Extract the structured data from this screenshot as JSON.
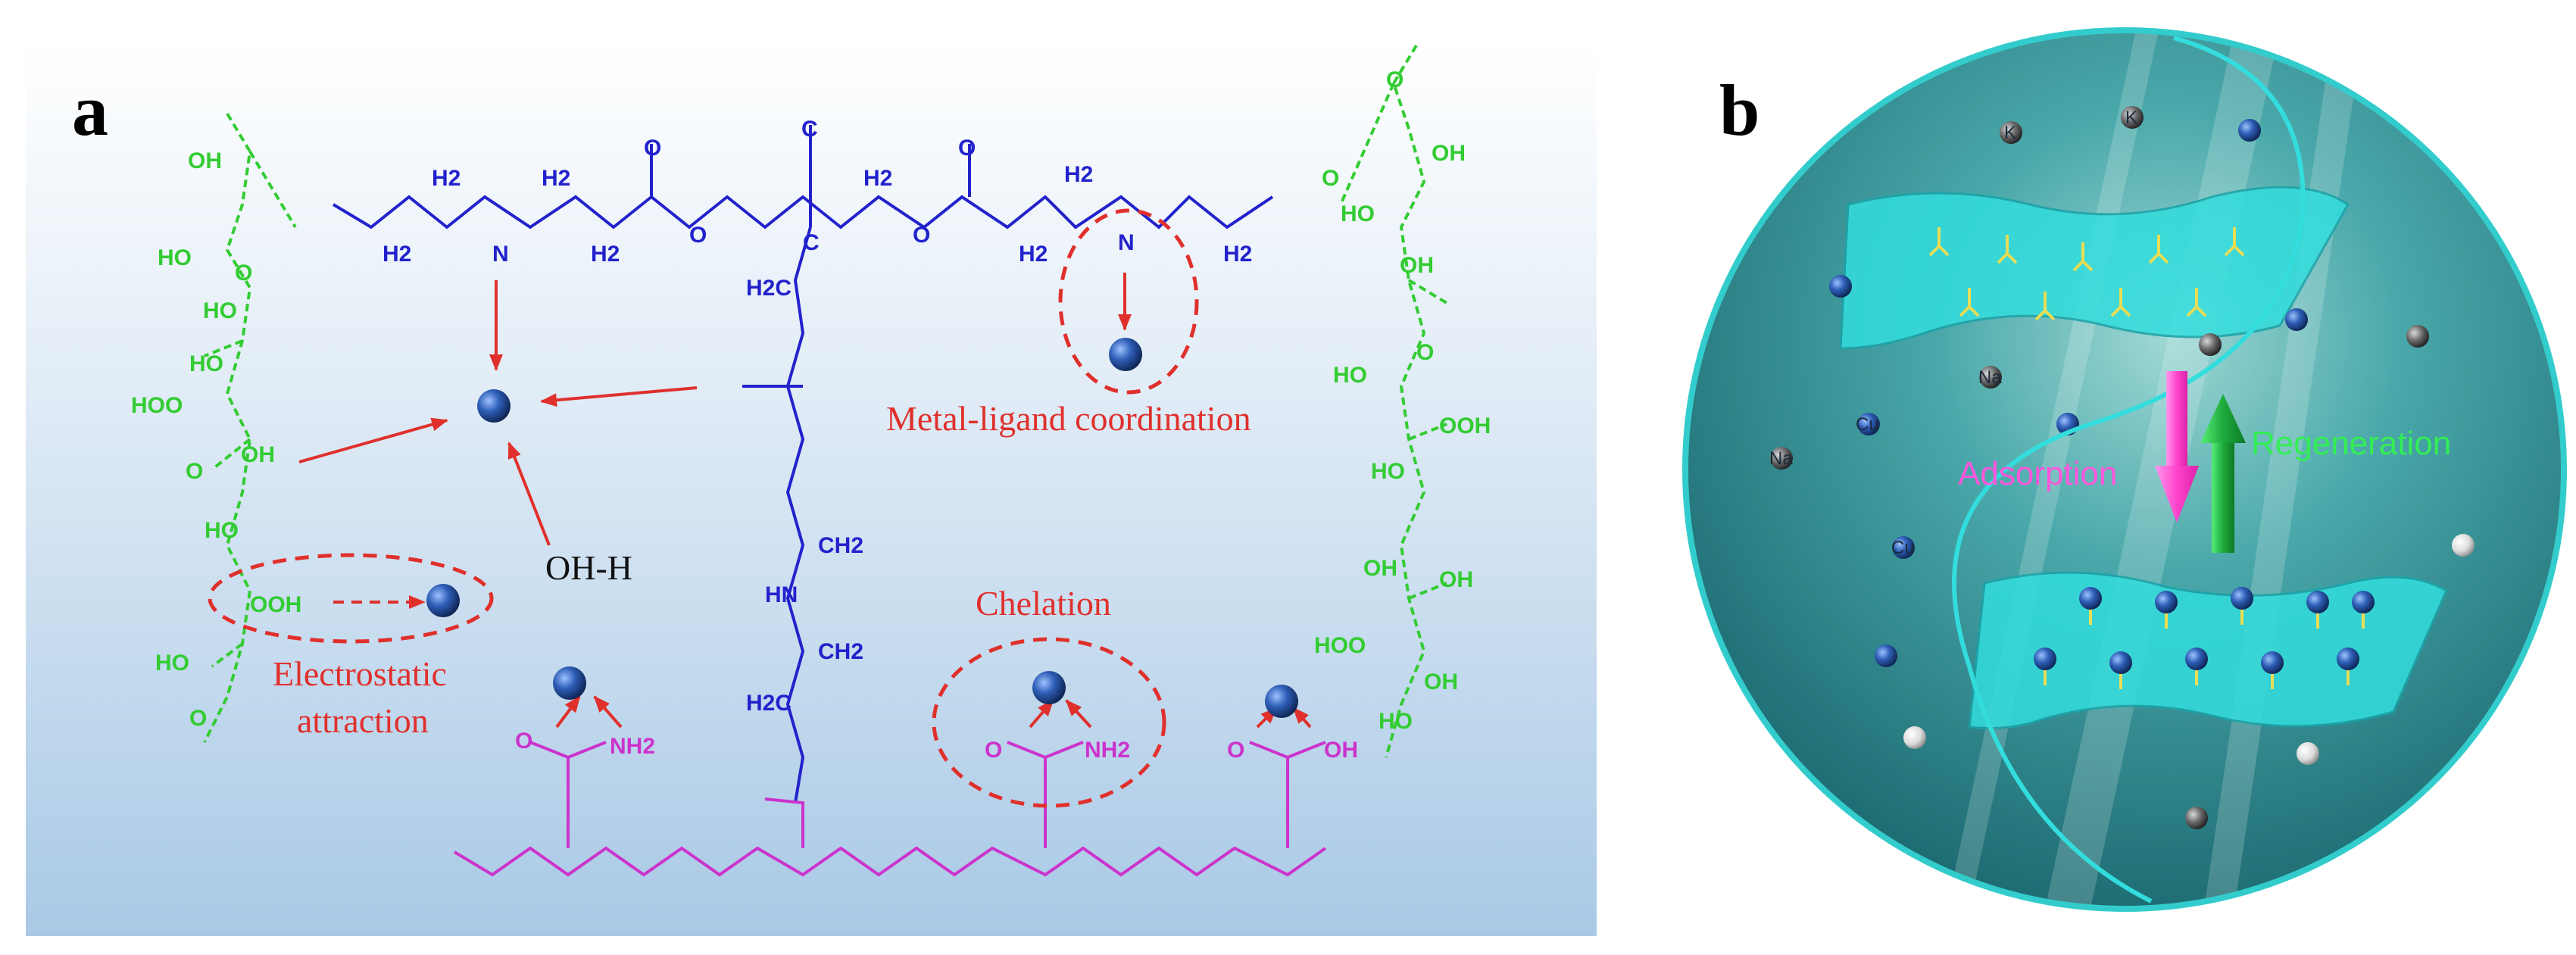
{
  "panel_a": {
    "letter": "a",
    "labels": {
      "metal_ligand": "Metal-ligand coordination",
      "oh_h": "OH-H",
      "electrostatic_line1": "Electrostatic",
      "electrostatic_line2": "attraction",
      "chelation": "Chelation"
    },
    "cellulose_left": [
      "OH",
      "HO",
      "O",
      "HO",
      "HO",
      "HOO",
      "OH",
      "O",
      "HO",
      "OOH",
      "HO",
      "O"
    ],
    "cellulose_right": [
      "O",
      "OH",
      "O",
      "HO",
      "OH",
      "HO",
      "O",
      "OOH",
      "HO",
      "OH",
      "OH",
      "HOO",
      "OH",
      "HO"
    ],
    "crosslinker_atoms": [
      "H2",
      "H2",
      "H2",
      "H2",
      "H2",
      "H2",
      "H2",
      "H2",
      "N",
      "N",
      "O",
      "O",
      "O",
      "O",
      "C",
      "C",
      "H2C",
      "HN",
      "CH2",
      "CH2",
      "H2C"
    ],
    "polymer_groups": [
      "NH2",
      "NH2",
      "OH",
      "O",
      "O",
      "O"
    ],
    "colors": {
      "cellulose": "#33cc33",
      "crosslinker": "#2222cc",
      "polymer": "#cc33cc",
      "interaction": "#e0302c"
    }
  },
  "panel_b": {
    "letter": "b",
    "adsorption": "Adsorption",
    "regeneration": "Regeneration",
    "ions": [
      "K",
      "K",
      "Na",
      "Na",
      "Cu",
      "Cu"
    ],
    "colors": {
      "adsorption_arrow": "#ff66dd",
      "regeneration_arrow": "#22bb44",
      "sheet": "#33dddd",
      "background": "#2c8a8e"
    }
  }
}
